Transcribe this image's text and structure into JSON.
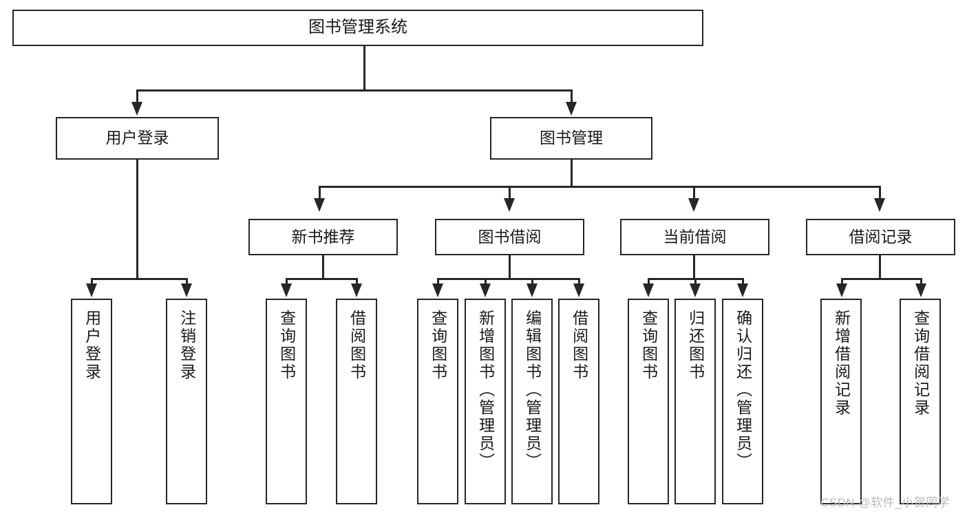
{
  "diagram": {
    "type": "tree-hierarchy-chart",
    "title": "图书管理系统",
    "root": {
      "id": "root",
      "label": "图书管理系统",
      "level": 0
    },
    "level2": [
      {
        "id": "user-login",
        "label": "用户登录"
      },
      {
        "id": "book-manage",
        "label": "图书管理"
      }
    ],
    "level3": [
      {
        "id": "new-book-recommend",
        "label": "新书推荐",
        "parent": "book-manage"
      },
      {
        "id": "book-borrow",
        "label": "图书借阅",
        "parent": "book-manage"
      },
      {
        "id": "current-borrow",
        "label": "当前借阅",
        "parent": "book-manage"
      },
      {
        "id": "borrow-record",
        "label": "借阅记录",
        "parent": "book-manage"
      }
    ],
    "leaves": [
      {
        "id": "leaf-user-login",
        "label": "用户登录",
        "parent": "user-login"
      },
      {
        "id": "leaf-logout",
        "label": "注销登录",
        "parent": "user-login"
      },
      {
        "id": "leaf-query-book-1",
        "label": "查询图书",
        "parent": "new-book-recommend"
      },
      {
        "id": "leaf-borrow-book-1",
        "label": "借阅图书",
        "parent": "new-book-recommend"
      },
      {
        "id": "leaf-query-book-2",
        "label": "查询图书",
        "parent": "book-borrow"
      },
      {
        "id": "leaf-add-book",
        "label": "新增图书（管理员）",
        "parent": "book-borrow"
      },
      {
        "id": "leaf-edit-book",
        "label": "编辑图书（管理员）",
        "parent": "book-borrow"
      },
      {
        "id": "leaf-borrow-book-2",
        "label": "借阅图书",
        "parent": "book-borrow"
      },
      {
        "id": "leaf-query-book-3",
        "label": "查询图书",
        "parent": "current-borrow"
      },
      {
        "id": "leaf-return-book",
        "label": "归还图书",
        "parent": "current-borrow"
      },
      {
        "id": "leaf-confirm-return",
        "label": "确认归还（管理员）",
        "parent": "current-borrow"
      },
      {
        "id": "leaf-add-record",
        "label": "新增借阅记录",
        "parent": "borrow-record"
      },
      {
        "id": "leaf-query-record",
        "label": "查询借阅记录",
        "parent": "borrow-record"
      }
    ]
  },
  "watermark": {
    "text": "CSDN @软件_小贺同学"
  },
  "colors": {
    "stroke": "#262626",
    "background": "#ffffff",
    "text": "#1a1a1a",
    "watermark": "#b9b9b9"
  }
}
